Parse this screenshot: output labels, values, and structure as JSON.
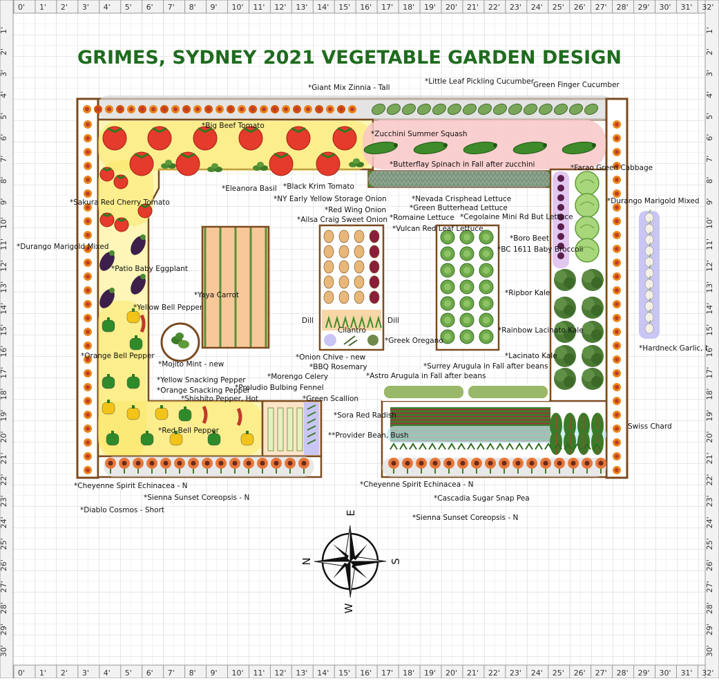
{
  "title": "GRIMES, SYDNEY 2021 VEGETABLE GARDEN DESIGN",
  "rulers": {
    "horizontal": [
      "0'",
      "1'",
      "2'",
      "3'",
      "4'",
      "5'",
      "6'",
      "7'",
      "8'",
      "9'",
      "10'",
      "11'",
      "12'",
      "13'",
      "14'",
      "15'",
      "16'",
      "17'",
      "18'",
      "19'",
      "20'",
      "21'",
      "22'",
      "23'",
      "24'",
      "25'",
      "26'",
      "27'",
      "28'",
      "29'",
      "30'",
      "31'",
      "32'"
    ],
    "vertical": [
      "1'",
      "2'",
      "3'",
      "4'",
      "5'",
      "6'",
      "7'",
      "8'",
      "9'",
      "10'",
      "11'",
      "12'",
      "13'",
      "14'",
      "15'",
      "16'",
      "17'",
      "18'",
      "19'",
      "20'",
      "21'",
      "22'",
      "23'",
      "24'",
      "25'",
      "26'",
      "27'",
      "28'",
      "29'",
      "30'"
    ]
  },
  "compass": {
    "n": "N",
    "e": "E",
    "s": "S",
    "w": "W"
  },
  "colors": {
    "title": "#1f6b1f",
    "bed_border": "#7a4a1e",
    "grid": "#e6e6e6"
  },
  "labels": {
    "giant_zinnia": "*Giant Mix Zinnia - Tall",
    "little_leaf": "*Little Leaf Pickling Cucumber",
    "green_finger": "Green Finger Cucumber",
    "big_beef": "*Big Beef Tomato",
    "zucchini": "*Zucchini Summer Squash",
    "butterflay": "*Butterflay Spinach in Fall after zucchini",
    "farao": "*Farao Green Cabbage",
    "eleanora": "*Eleanora Basil",
    "black_krim": "*Black Krim Tomato",
    "nevada": "*Nevada Crisphead Lettuce",
    "sakura": "*Sakura Red Cherry Tomato",
    "ny_onion": "*NY Early Yellow Storage Onion",
    "durango_right": "*Durango Marigold Mixed",
    "romaine": "*Romaine Lettuce",
    "green_butter": "*Green Butterhead Lettuce",
    "red_wing": "*Red Wing Onion",
    "ailsa": "*Ailsa Craig Sweet Onion",
    "cegolaine": "*Cegolaine Mini Rd But Lettuce",
    "vulcan": "*Vulcan Red Leaf Lettuce",
    "boro": "*Boro Beet",
    "durango_left": "*Durango Marigold Mixed",
    "bc1611": "*BC 1611 Baby Broccoli",
    "patio": "*Patio Baby Eggplant",
    "yaya": "*Yaya Carrot",
    "ripbor": "*Ripbor Kale",
    "yellow_bell": "*Yellow Bell Pepper",
    "dill_left": "Dill",
    "dill_right": "Dill",
    "cilantro": "Cilantro",
    "rainbow_kale": "*Rainbow Lacinato Kale",
    "greek_oregano": "*Greek Oregano",
    "hardneck": "*Hardneck Garlic, I",
    "orange_bell": "*Orange Bell Pepper",
    "onion_chive": "*Onion Chive - new",
    "lacinato": "*Lacinato Kale",
    "mojito": "*Mojito Mint - new",
    "bbq_rosemary": "*BBQ Rosemary",
    "surrey": "*Surrey Arugula in Fall after beans",
    "astro": "*Astro Arugula in Fall after beans",
    "yellow_snack": "*Yellow Snacking Pepper",
    "morengo": "*Morengo Celery",
    "orange_snack": "*Orange Snacking Pepper",
    "fennel": "*Preludio Bulbing Fennel",
    "shishito": "*Shishito Pepper, Hot",
    "scallion": "*Green Scallion",
    "sora": "*Sora Red Radish",
    "swiss": "Swiss Chard",
    "red_bell": "*Red Bell Pepper",
    "provider": "**Provider Bean, Bush",
    "cheyenne_right": "*Cheyenne Spirit Echinacea - N",
    "cheyenne_left": "*Cheyenne Spirit Echinacea - N",
    "sienna_left": "*Sienna Sunset Coreopsis - N",
    "cascadia": "*Cascadia Sugar Snap Pea",
    "diablo": "*Diablo Cosmos - Short",
    "sienna_right": "*Sienna Sunset Coreopsis - N"
  }
}
